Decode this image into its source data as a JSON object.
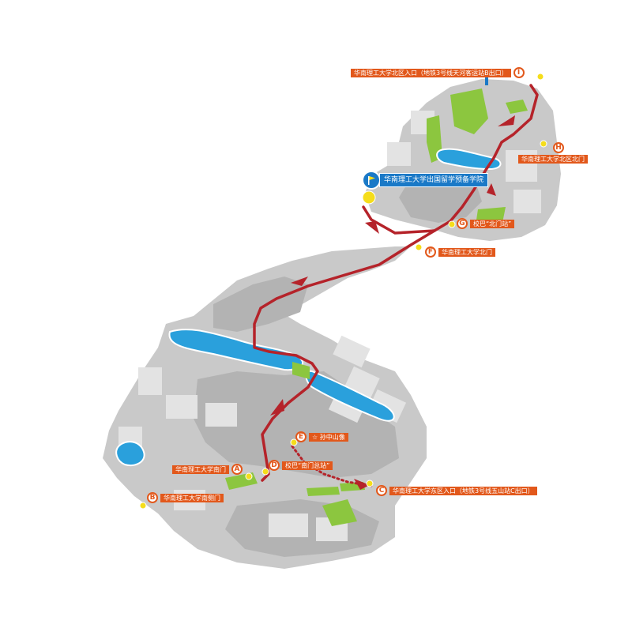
{
  "colors": {
    "land": "#c9c9c9",
    "land_dark": "#b3b3b3",
    "block": "#e3e3e3",
    "water": "#2aa0dc",
    "green": "#8cc63f",
    "route": "#b5232a",
    "label_bg": "#e2581b",
    "dest_bg": "#1a79c7",
    "stop_dot": "#f5dd1b"
  },
  "destination": {
    "label": "华南理工大学出国留学预备学院",
    "icon": "flag-icon"
  },
  "markers": [
    {
      "letter": "I",
      "label": "华南理工大学北区入口（地铁3号线天河客运站B出口）"
    },
    {
      "letter": "H",
      "label": "华南理工大学北区北门"
    },
    {
      "letter": "G",
      "label": "校巴“北门站”"
    },
    {
      "letter": "F",
      "label": "华南理工大学北门"
    },
    {
      "letter": "E",
      "label": "☆ 孙中山像"
    },
    {
      "letter": "D",
      "label": "校巴“南门总站”"
    },
    {
      "letter": "A",
      "label": "华南理工大学南门"
    },
    {
      "letter": "B",
      "label": "华南理工大学南侧门"
    },
    {
      "letter": "C",
      "label": "华南理工大学东区入口（地铁3号线五山站C出口）"
    }
  ]
}
